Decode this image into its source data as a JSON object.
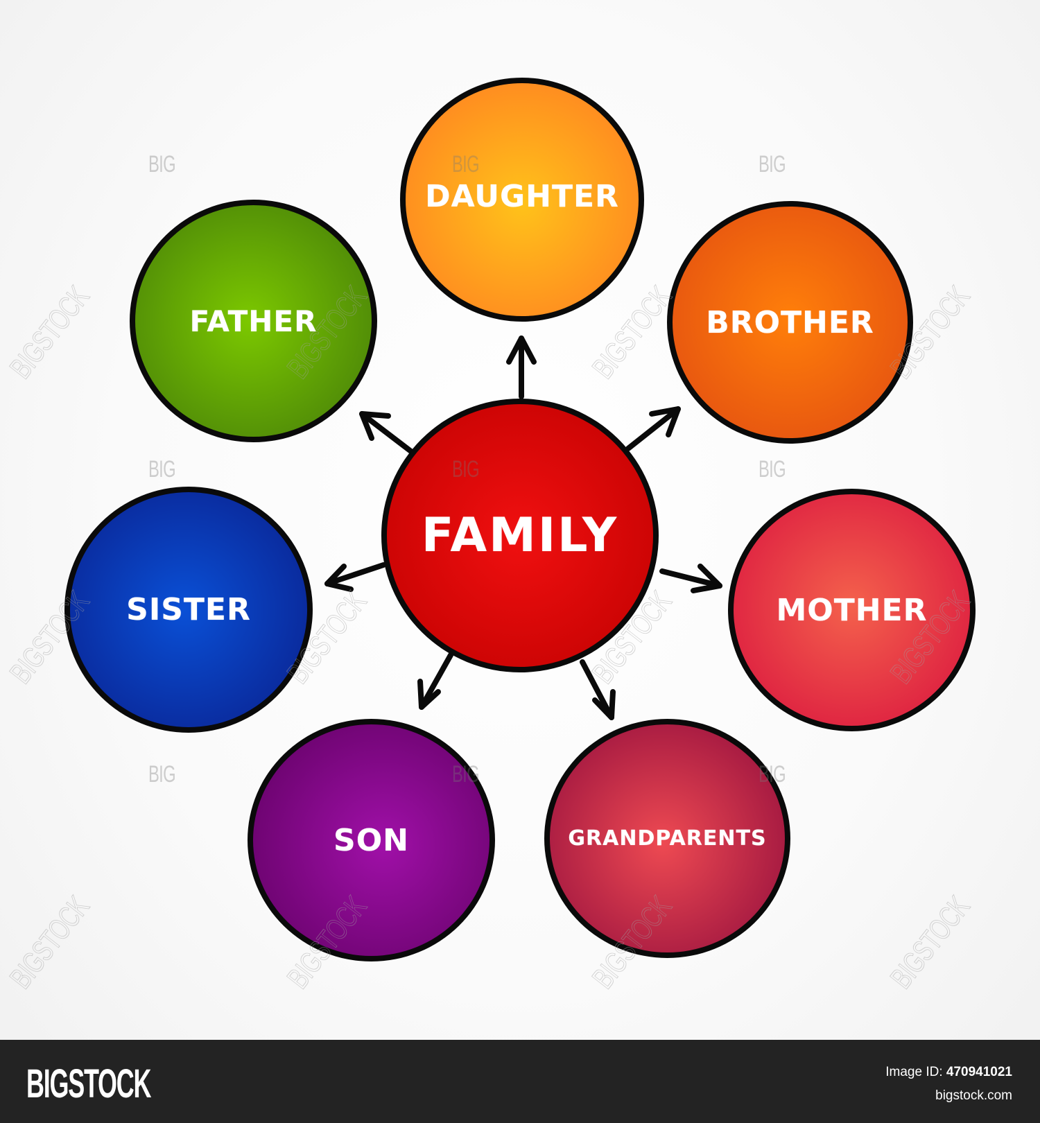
{
  "diagram": {
    "type": "mind-map",
    "center": {
      "label": "FAMILY",
      "color_light": "#f01010",
      "color_dark": "#c00000"
    },
    "branches": [
      {
        "id": "daughter",
        "label": "DAUGHTER",
        "color_light": "#ffc21a",
        "color_dark": "#ff7a22"
      },
      {
        "id": "brother",
        "label": "BROTHER",
        "color_light": "#ff7f0a",
        "color_dark": "#e04a12"
      },
      {
        "id": "mother",
        "label": "MOTHER",
        "color_light": "#f4614c",
        "color_dark": "#d8103e"
      },
      {
        "id": "grandparents",
        "label": "GRANDPARENTS",
        "color_light": "#ee4a52",
        "color_dark": "#8e0a3c"
      },
      {
        "id": "son",
        "label": "SON",
        "color_light": "#a010a8",
        "color_dark": "#5e0060"
      },
      {
        "id": "sister",
        "label": "SISTER",
        "color_light": "#0a50d6",
        "color_dark": "#0a1e8a"
      },
      {
        "id": "father",
        "label": "FATHER",
        "color_light": "#7cc800",
        "color_dark": "#437a0a"
      }
    ],
    "connector": "arrows from center to each branch"
  },
  "watermark": {
    "small_text": "BIG",
    "diagonal_text": "BIGSTOCK"
  },
  "footer": {
    "logo": "BIGSTOCK",
    "image_id_label": "Image ID:",
    "image_id_value": "470941021",
    "site": "bigstock.com"
  }
}
